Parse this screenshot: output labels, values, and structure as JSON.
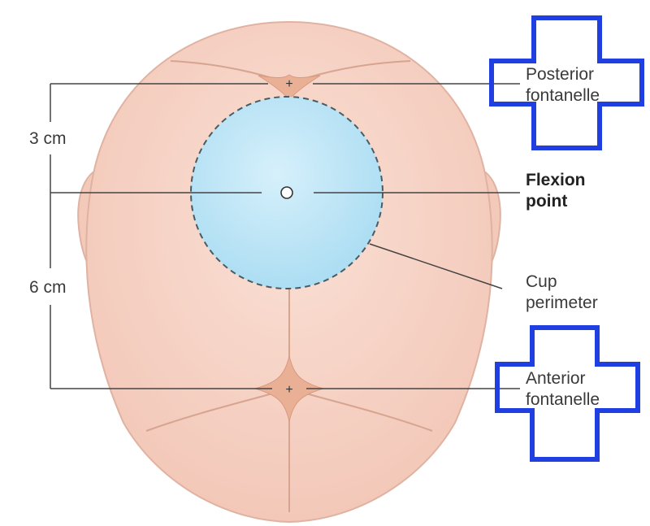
{
  "labels": {
    "posterior": "Posterior\nfontanelle",
    "flexion": "Flexion\npoint",
    "cup": "Cup\nperimeter",
    "anterior": "Anterior\nfontanelle",
    "dist_upper": "3 cm",
    "dist_lower": "6 cm"
  },
  "colors": {
    "skin": "#f7d5c8",
    "skin_edge": "#e0b2a2",
    "fontanelle": "#eab096",
    "cup_fill": "#bfe6f7",
    "cup_edge": "#4a5b63",
    "leader": "#444444",
    "highlight_cross": "#1f3fe0"
  },
  "icons": [
    "plus-cross-outline-icon",
    "plus-cross-outline-icon"
  ]
}
